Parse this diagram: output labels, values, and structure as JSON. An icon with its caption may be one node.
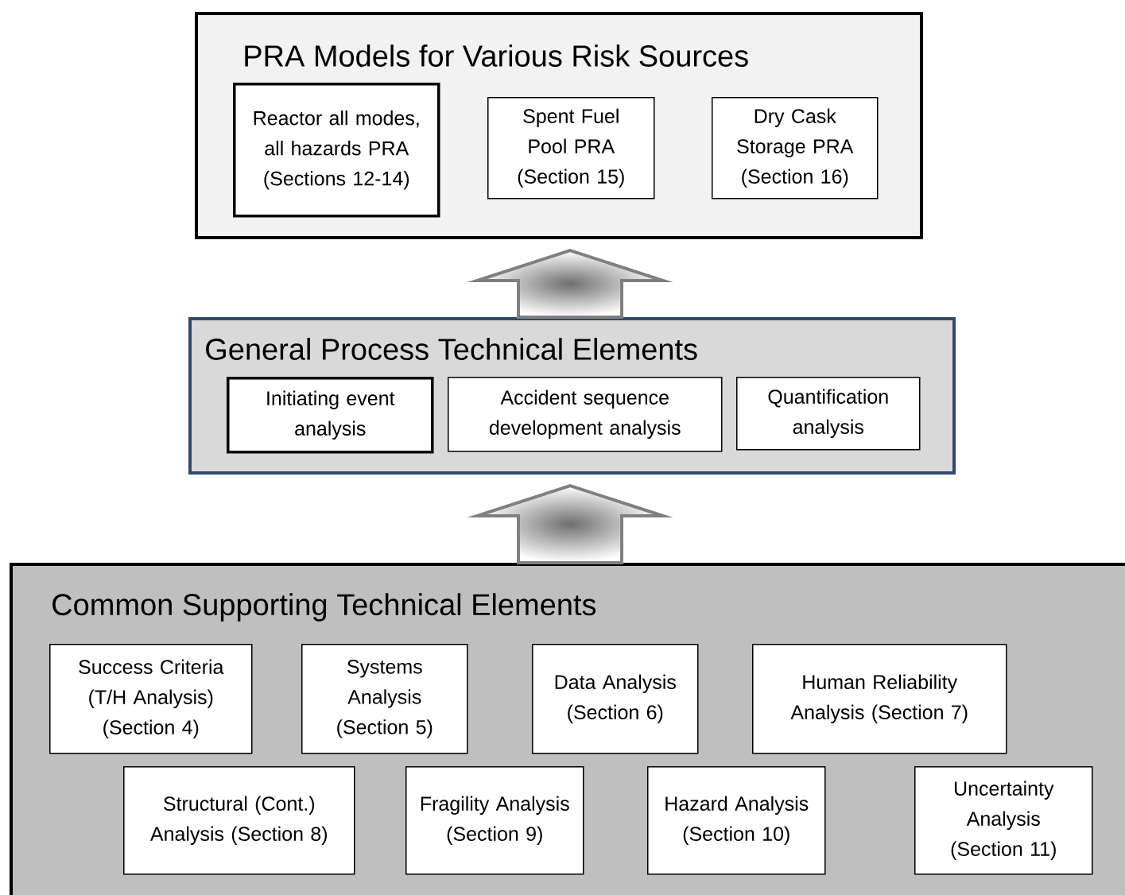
{
  "diagram": {
    "nodes": [
      {
        "text": [
          "PRA Models for Various Risk Sources"
        ]
      },
      {
        "text": [
          "Reactor all modes, all hazards PRA (Sections 12-14)"
        ],
        "in": 0
      },
      {
        "text": [
          "Spent Fuel Pool PRA (Section 15)"
        ],
        "in": 0
      },
      {
        "text": [
          "Dry Cask Storage PRA (Section 16)"
        ],
        "in": 0
      },
      {
        "text": [
          "General Process Technical Elements"
        ]
      },
      {
        "text": [
          "Initiating event analysis"
        ],
        "in": 4
      },
      {
        "text": [
          "Accident sequence development analysis"
        ],
        "in": 4
      },
      {
        "text": [
          "Quantification analysis"
        ],
        "in": 4
      },
      {
        "text": [
          "Common Supporting Technical Elements"
        ]
      },
      {
        "text": [
          "Success Criteria (T/H  Analysis) (Section 4)"
        ],
        "in": 8
      },
      {
        "text": [
          "Systems Analysis (Section 5)"
        ],
        "in": 8
      },
      {
        "text": [
          "Data Analysis (Section 6)"
        ],
        "in": 8
      },
      {
        "text": [
          "Human Reliability Analysis (Section 7)"
        ],
        "in": 8
      },
      {
        "text": [
          "Structural (Cont.) Analysis (Section 8)"
        ],
        "in": 8
      },
      {
        "text": [
          "Fragility Analysis (Section 9)"
        ],
        "in": 8
      },
      {
        "text": [
          "Hazard Analysis (Section 10)"
        ],
        "in": 8
      },
      {
        "text": [
          "Uncertainty Analysis (Section 11)"
        ],
        "in": 8
      }
    ],
    "edges": [
      {
        "from": 8,
        "to": 4,
        "arrow": "to"
      },
      {
        "from": 4,
        "to": 0,
        "arrow": "to"
      }
    ]
  }
}
